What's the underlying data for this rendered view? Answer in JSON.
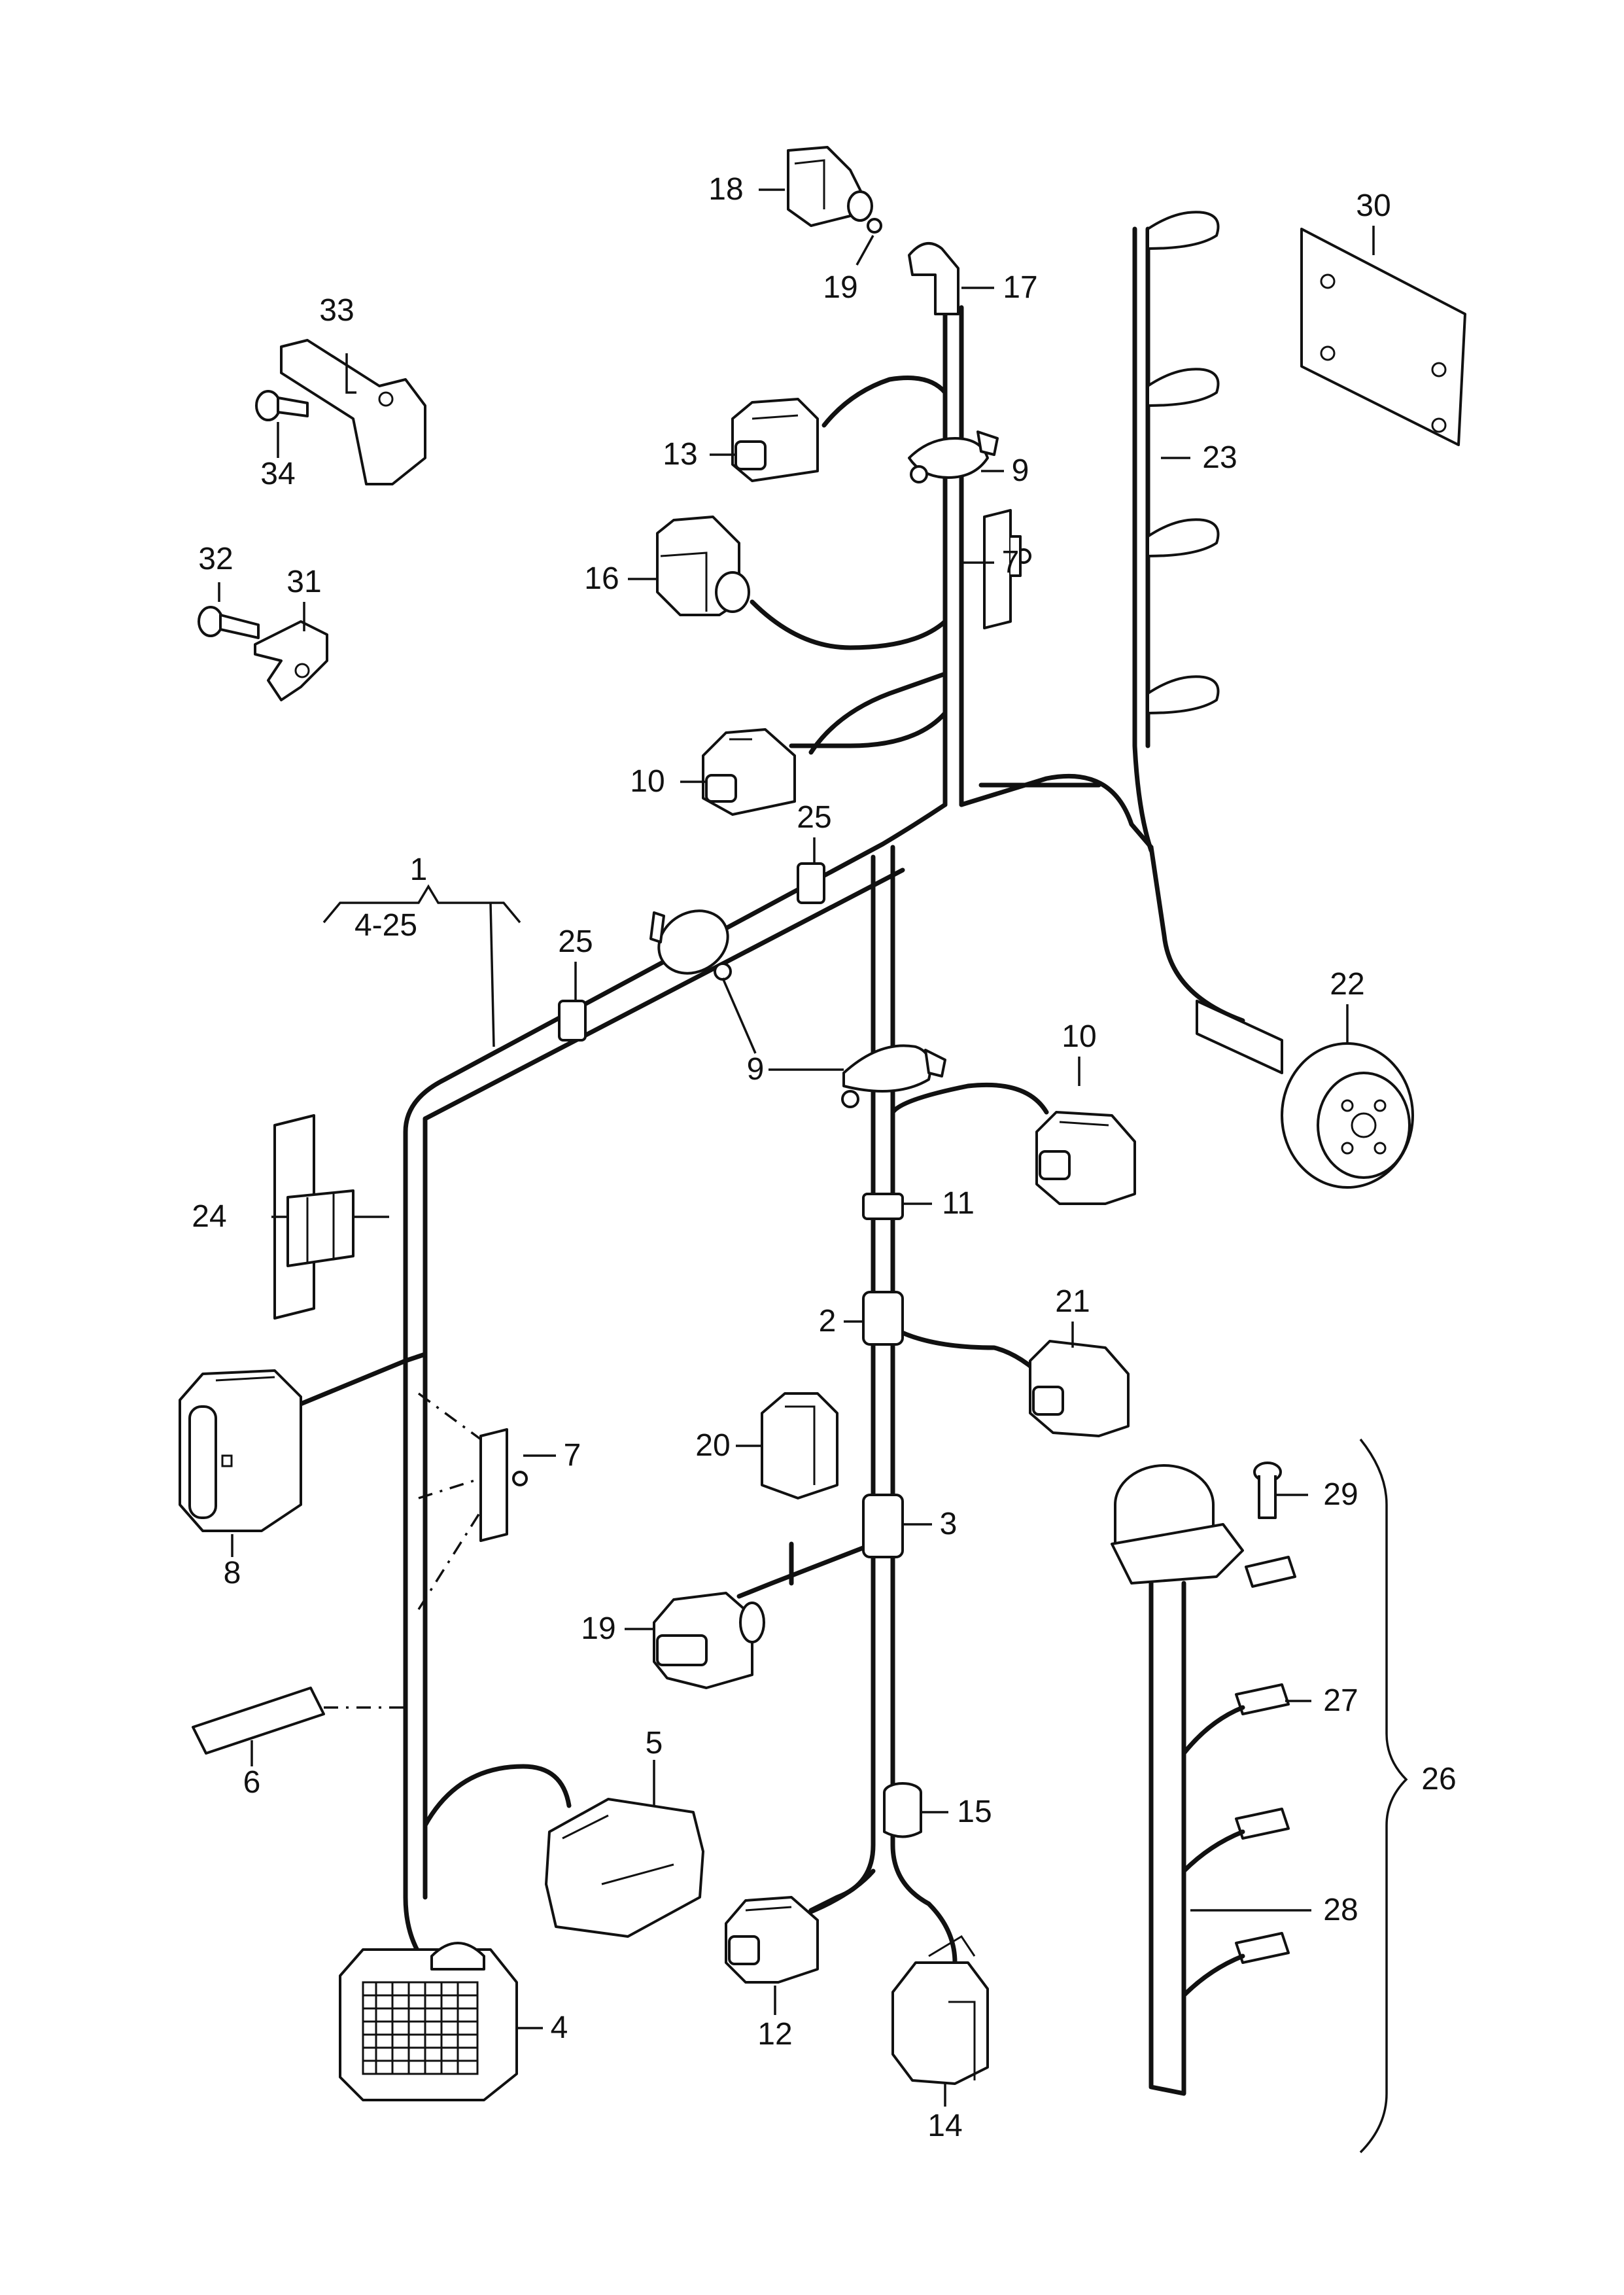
{
  "callouts": [
    {
      "id": "c1",
      "text": "1"
    },
    {
      "id": "c1range",
      "text": "4-25"
    },
    {
      "id": "c2",
      "text": "2"
    },
    {
      "id": "c3",
      "text": "3"
    },
    {
      "id": "c4",
      "text": "4"
    },
    {
      "id": "c5",
      "text": "5"
    },
    {
      "id": "c6",
      "text": "6"
    },
    {
      "id": "c7a",
      "text": "7"
    },
    {
      "id": "c7b",
      "text": "7"
    },
    {
      "id": "c8",
      "text": "8"
    },
    {
      "id": "c9a",
      "text": "9"
    },
    {
      "id": "c9b",
      "text": "9"
    },
    {
      "id": "c10a",
      "text": "10"
    },
    {
      "id": "c10b",
      "text": "10"
    },
    {
      "id": "c11",
      "text": "11"
    },
    {
      "id": "c12",
      "text": "12"
    },
    {
      "id": "c13",
      "text": "13"
    },
    {
      "id": "c14",
      "text": "14"
    },
    {
      "id": "c15",
      "text": "15"
    },
    {
      "id": "c16",
      "text": "16"
    },
    {
      "id": "c17",
      "text": "17"
    },
    {
      "id": "c18",
      "text": "18"
    },
    {
      "id": "c19a",
      "text": "19"
    },
    {
      "id": "c19b",
      "text": "19"
    },
    {
      "id": "c20",
      "text": "20"
    },
    {
      "id": "c21",
      "text": "21"
    },
    {
      "id": "c22",
      "text": "22"
    },
    {
      "id": "c23",
      "text": "23"
    },
    {
      "id": "c24",
      "text": "24"
    },
    {
      "id": "c25a",
      "text": "25"
    },
    {
      "id": "c25b",
      "text": "25"
    },
    {
      "id": "c26",
      "text": "26"
    },
    {
      "id": "c27",
      "text": "27"
    },
    {
      "id": "c28",
      "text": "28"
    },
    {
      "id": "c29",
      "text": "29"
    },
    {
      "id": "c30",
      "text": "30"
    },
    {
      "id": "c31",
      "text": "31"
    },
    {
      "id": "c32",
      "text": "32"
    },
    {
      "id": "c33",
      "text": "33"
    },
    {
      "id": "c34",
      "text": "34"
    }
  ]
}
